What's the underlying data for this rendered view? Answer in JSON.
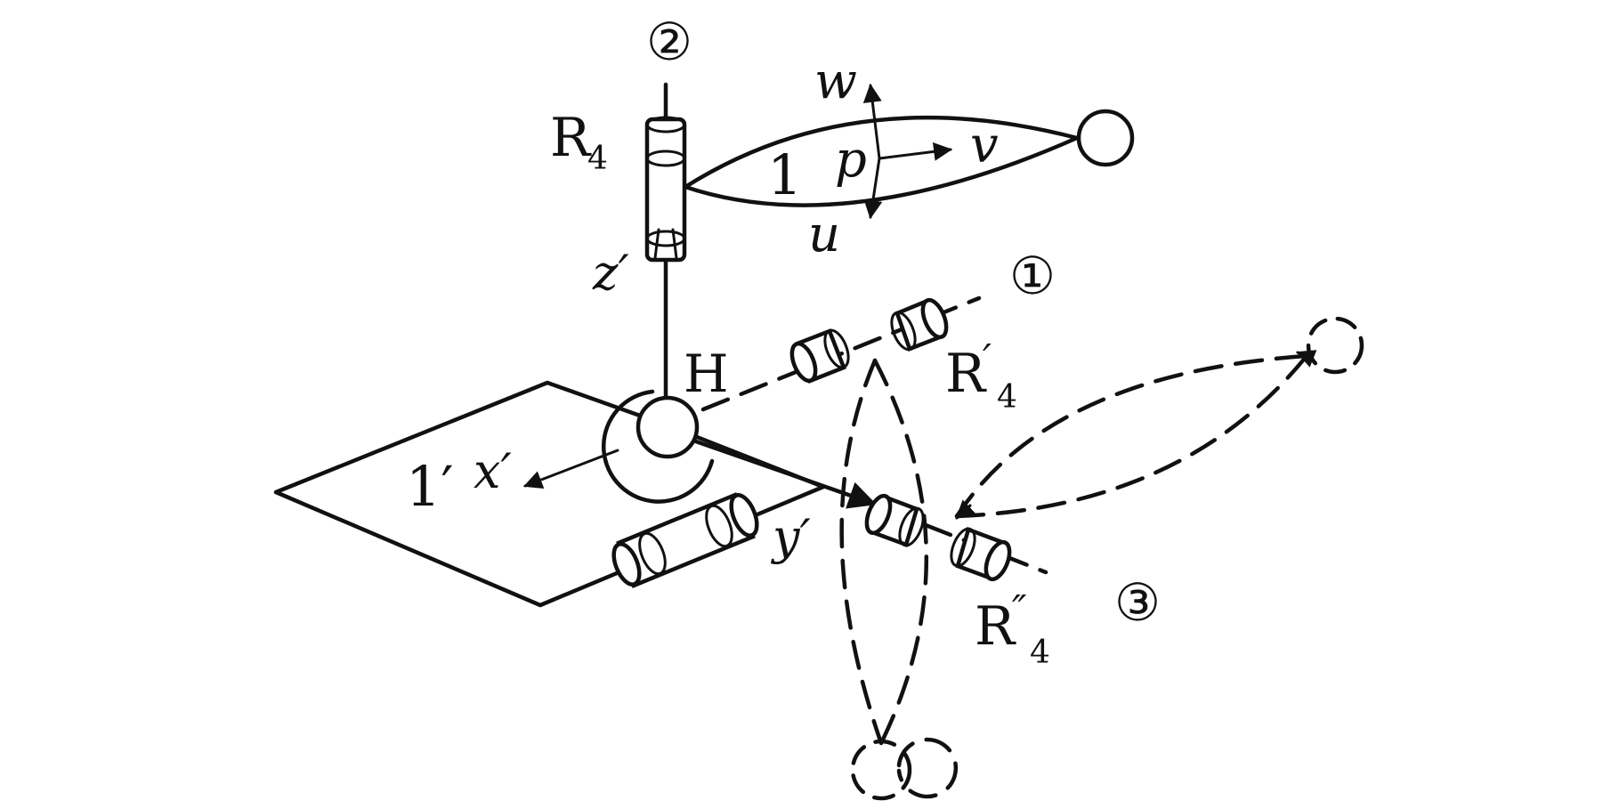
{
  "labels": {
    "circled_1": "①",
    "circled_2": "②",
    "circled_3": "③",
    "R4_base": "R",
    "R4_sub": "4",
    "R4p_base": "R",
    "R4p_prime": "′",
    "R4p_sub": "4",
    "R4pp_base": "R",
    "R4pp_prime": "″",
    "R4pp_sub": "4",
    "H": "H",
    "link1": "1",
    "link1p": "1′",
    "w": "w",
    "v": "v",
    "u": "u",
    "p": "p",
    "xp": "x′",
    "yp": "y′",
    "zp": "z′"
  }
}
